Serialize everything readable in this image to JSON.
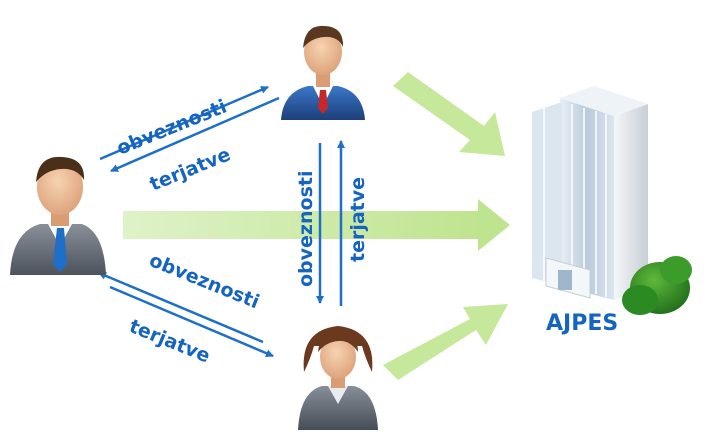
{
  "labels": {
    "obligations": "obveznosti",
    "claims": "terjatve",
    "agency": "AJPES"
  },
  "colors": {
    "flow_arrow": "#c6e89a",
    "exchange_arrow": "#1e6fc8",
    "label_text": "#1565c0"
  }
}
